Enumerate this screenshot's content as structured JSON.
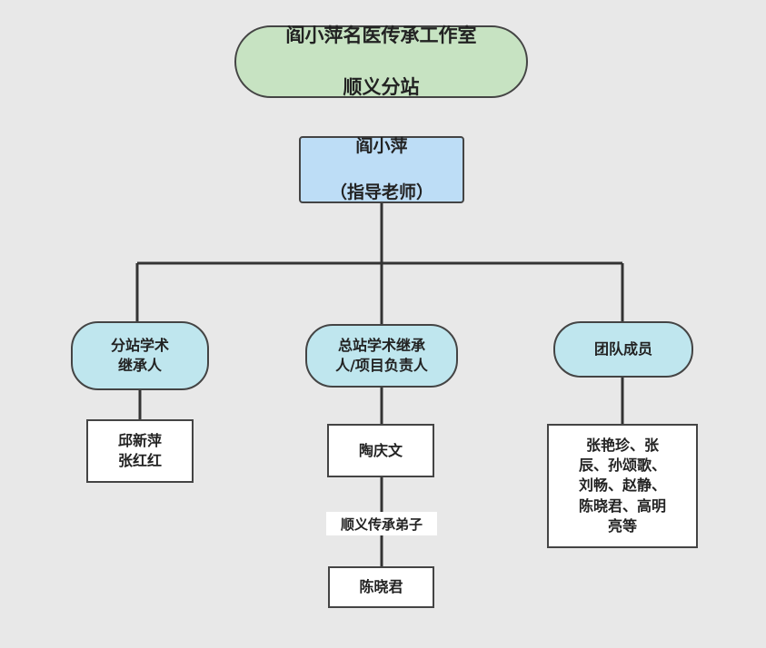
{
  "title": {
    "line1": "阎小萍名医传承工作室",
    "line2": "顺义分站"
  },
  "root": {
    "line1": "阎小萍",
    "line2": "（指导老师）"
  },
  "branches": [
    {
      "label": "分站学术\n继承人",
      "members": "邱新萍\n张红红"
    },
    {
      "label": "总站学术继承\n人/项目负责人",
      "members": "陶庆文",
      "edge_label": "顺义传承弟子",
      "sub_member": "陈晓君"
    },
    {
      "label": "团队成员",
      "members": "张艳珍、张\n辰、孙颂歌、\n刘畅、赵静、\n陈晓君、高明\n亮等"
    }
  ],
  "colors": {
    "background": "#e8e8e8",
    "title_fill": "#c7e3c2",
    "root_fill": "#bdddf6",
    "branch_fill": "#bfe6ee",
    "leaf_fill": "#ffffff",
    "line": "#333333"
  }
}
